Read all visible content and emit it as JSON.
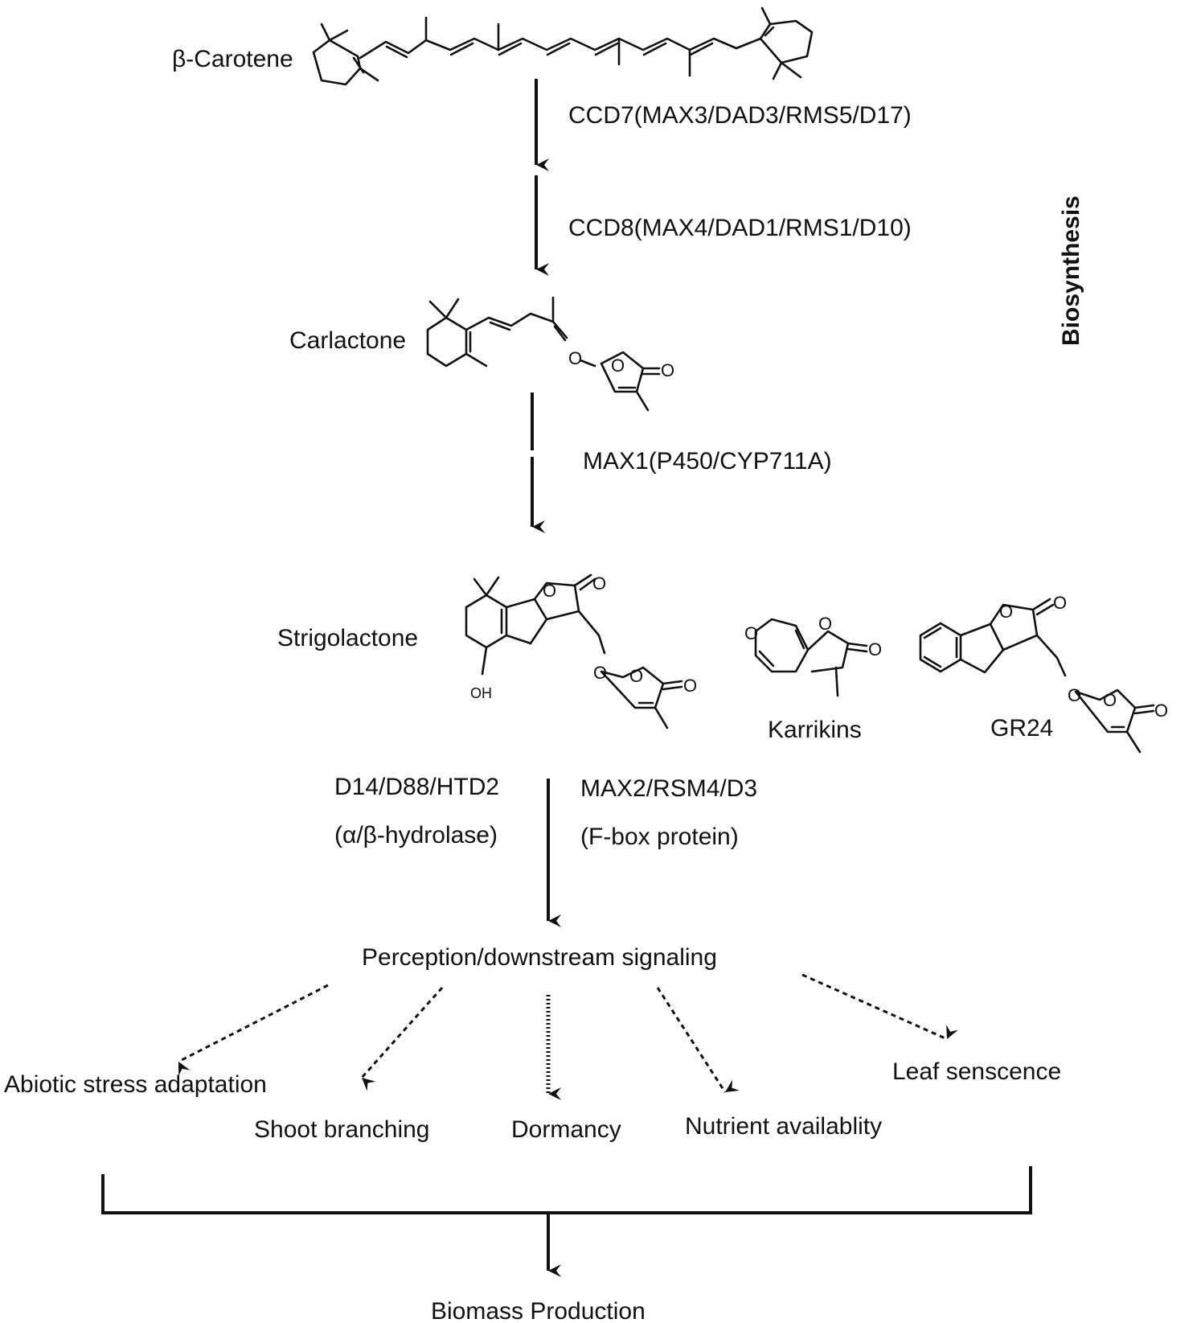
{
  "compounds": {
    "beta_carotene": "β-Carotene",
    "carlactone": "Carlactone",
    "strigolactone": "Strigolactone",
    "karrikins": "Karrikins",
    "gr24": "GR24"
  },
  "enzymes": {
    "ccd7": "CCD7(MAX3/DAD3/RMS5/D17)",
    "ccd8": "CCD8(MAX4/DAD1/RMS1/D10)",
    "max1": "MAX1(P450/CYP711A)"
  },
  "stage_label": "Biosynthesis",
  "perception": {
    "receptor": "D14/D88/HTD2",
    "receptor_class": "(α/β-hydrolase)",
    "fbox": "MAX2/RSM4/D3",
    "fbox_class": "(F-box protein)",
    "signaling": "Perception/downstream signaling"
  },
  "outcomes": [
    "Abiotic stress adaptation",
    "Shoot branching",
    "Dormancy",
    "Nutrient availablity",
    "Leaf senscence"
  ],
  "final": "Biomass Production",
  "atoms": {
    "O": "O",
    "OH": "OH"
  }
}
